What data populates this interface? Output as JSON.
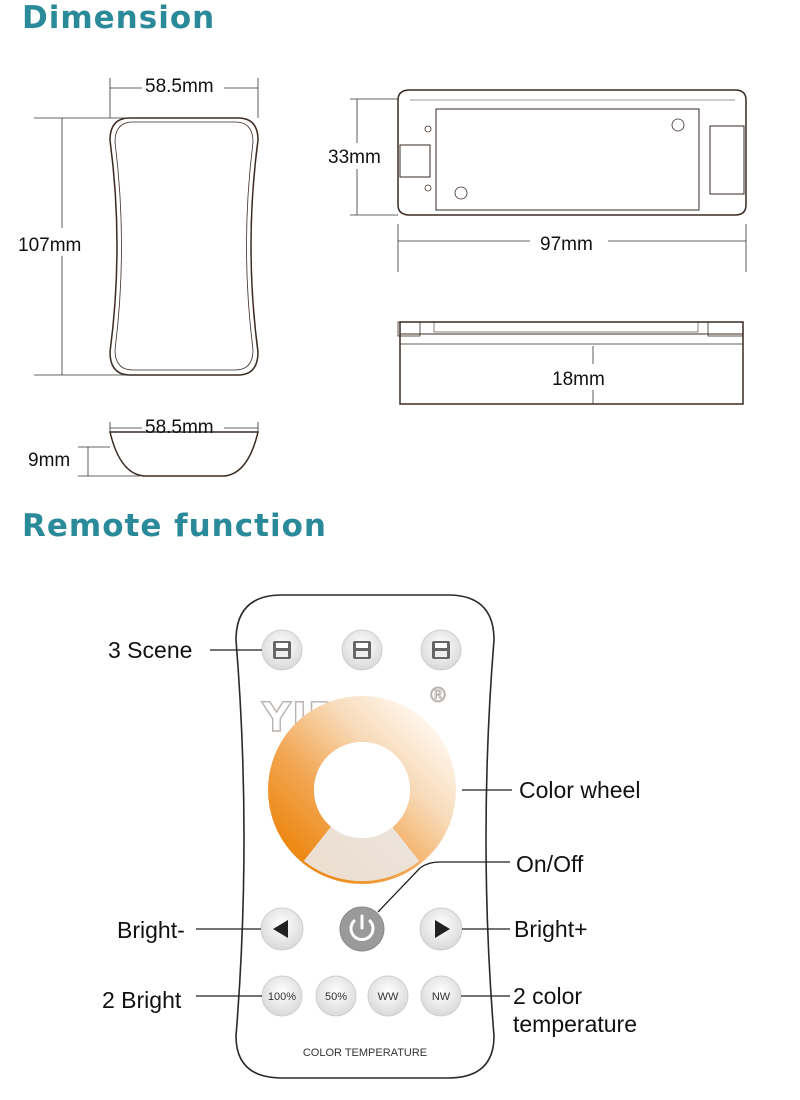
{
  "sections": {
    "dimension_title": "Dimension",
    "remote_title": "Remote function"
  },
  "dimensions": {
    "remote_width": "58.5mm",
    "remote_height": "107mm",
    "remote_depth_width": "58.5mm",
    "remote_depth": "9mm",
    "receiver_height": "33mm",
    "receiver_length": "97mm",
    "receiver_depth": "18mm"
  },
  "remote": {
    "logo": "YJBCO",
    "logo_mark": "®",
    "labels": {
      "scene": "3 Scene",
      "color_wheel": "Color wheel",
      "on_off": "On/Off",
      "bright_minus": "Bright-",
      "bright_plus": "Bright+",
      "two_bright": "2 Bright",
      "two_color_line1": "2 color",
      "two_color_line2": "temperature"
    },
    "buttons": {
      "b100": "100%",
      "b50": "50%",
      "ww": "WW",
      "nw": "NW"
    },
    "footer": "COLOR TEMPERATURE"
  },
  "colors": {
    "title": "#2a8a9a",
    "wheel_warm": "#ee8a12",
    "wheel_cool": "#fff6ea"
  }
}
